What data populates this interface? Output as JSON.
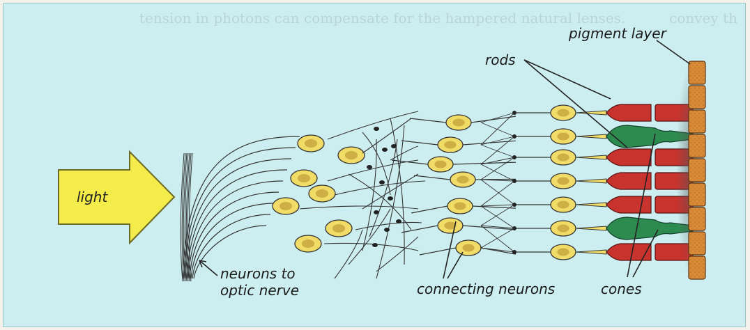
{
  "header_bleed": {
    "text": "tension in photons can compensate for the hampered natural lenses.",
    "right_fragment": "convey th"
  },
  "labels": {
    "light": "light",
    "pigment_layer": "pigment layer",
    "rods": "rods",
    "neurons_to_optic_nerve_line1": "neurons to",
    "neurons_to_optic_nerve_line2": "optic nerve",
    "connecting_neurons": "connecting neurons",
    "cones": "cones"
  },
  "colors": {
    "background": "#cdeef0",
    "arrow": "#f4ec4a",
    "cell_body": "#f2dc68",
    "rod": "#c8332e",
    "cone": "#2e8b50",
    "pigment": "#d98a36",
    "line": "#333333"
  },
  "photoreceptors": [
    "rod",
    "cone",
    "rod",
    "rod",
    "rod",
    "cone",
    "rod"
  ]
}
